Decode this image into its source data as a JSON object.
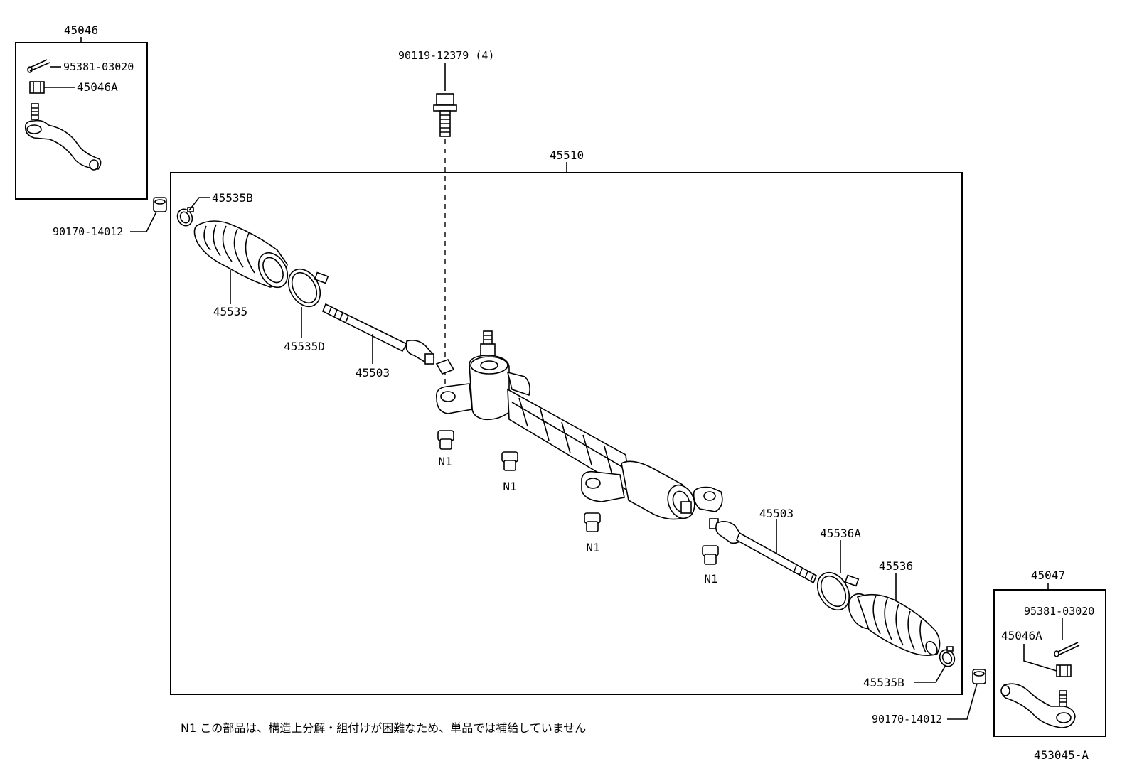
{
  "labels": {
    "box_left_title": "45046",
    "cotter_pin_left": "95381-03020",
    "nut_left": "45046A",
    "bolt": "90119-12379 (4)",
    "rack_assembly": "45510",
    "clamp_b_left": "45535B",
    "nut_outer_left": "90170-14012",
    "boot_left": "45535",
    "clamp_d_left": "45535D",
    "tie_rod_left": "45503",
    "n1_a": "N1",
    "n1_b": "N1",
    "n1_c": "N1",
    "n1_d": "N1",
    "tie_rod_right": "45503",
    "clamp_a_right": "45536A",
    "boot_right": "45536",
    "box_right_title": "45047",
    "cotter_pin_right": "95381-03020",
    "nut_right": "45046A",
    "clamp_b_right": "45535B",
    "nut_outer_right": "90170-14012",
    "diagram_code": "453045-A"
  },
  "note": "N1 この部品は、構造上分解・組付けが困難なため、単品では補給していません"
}
